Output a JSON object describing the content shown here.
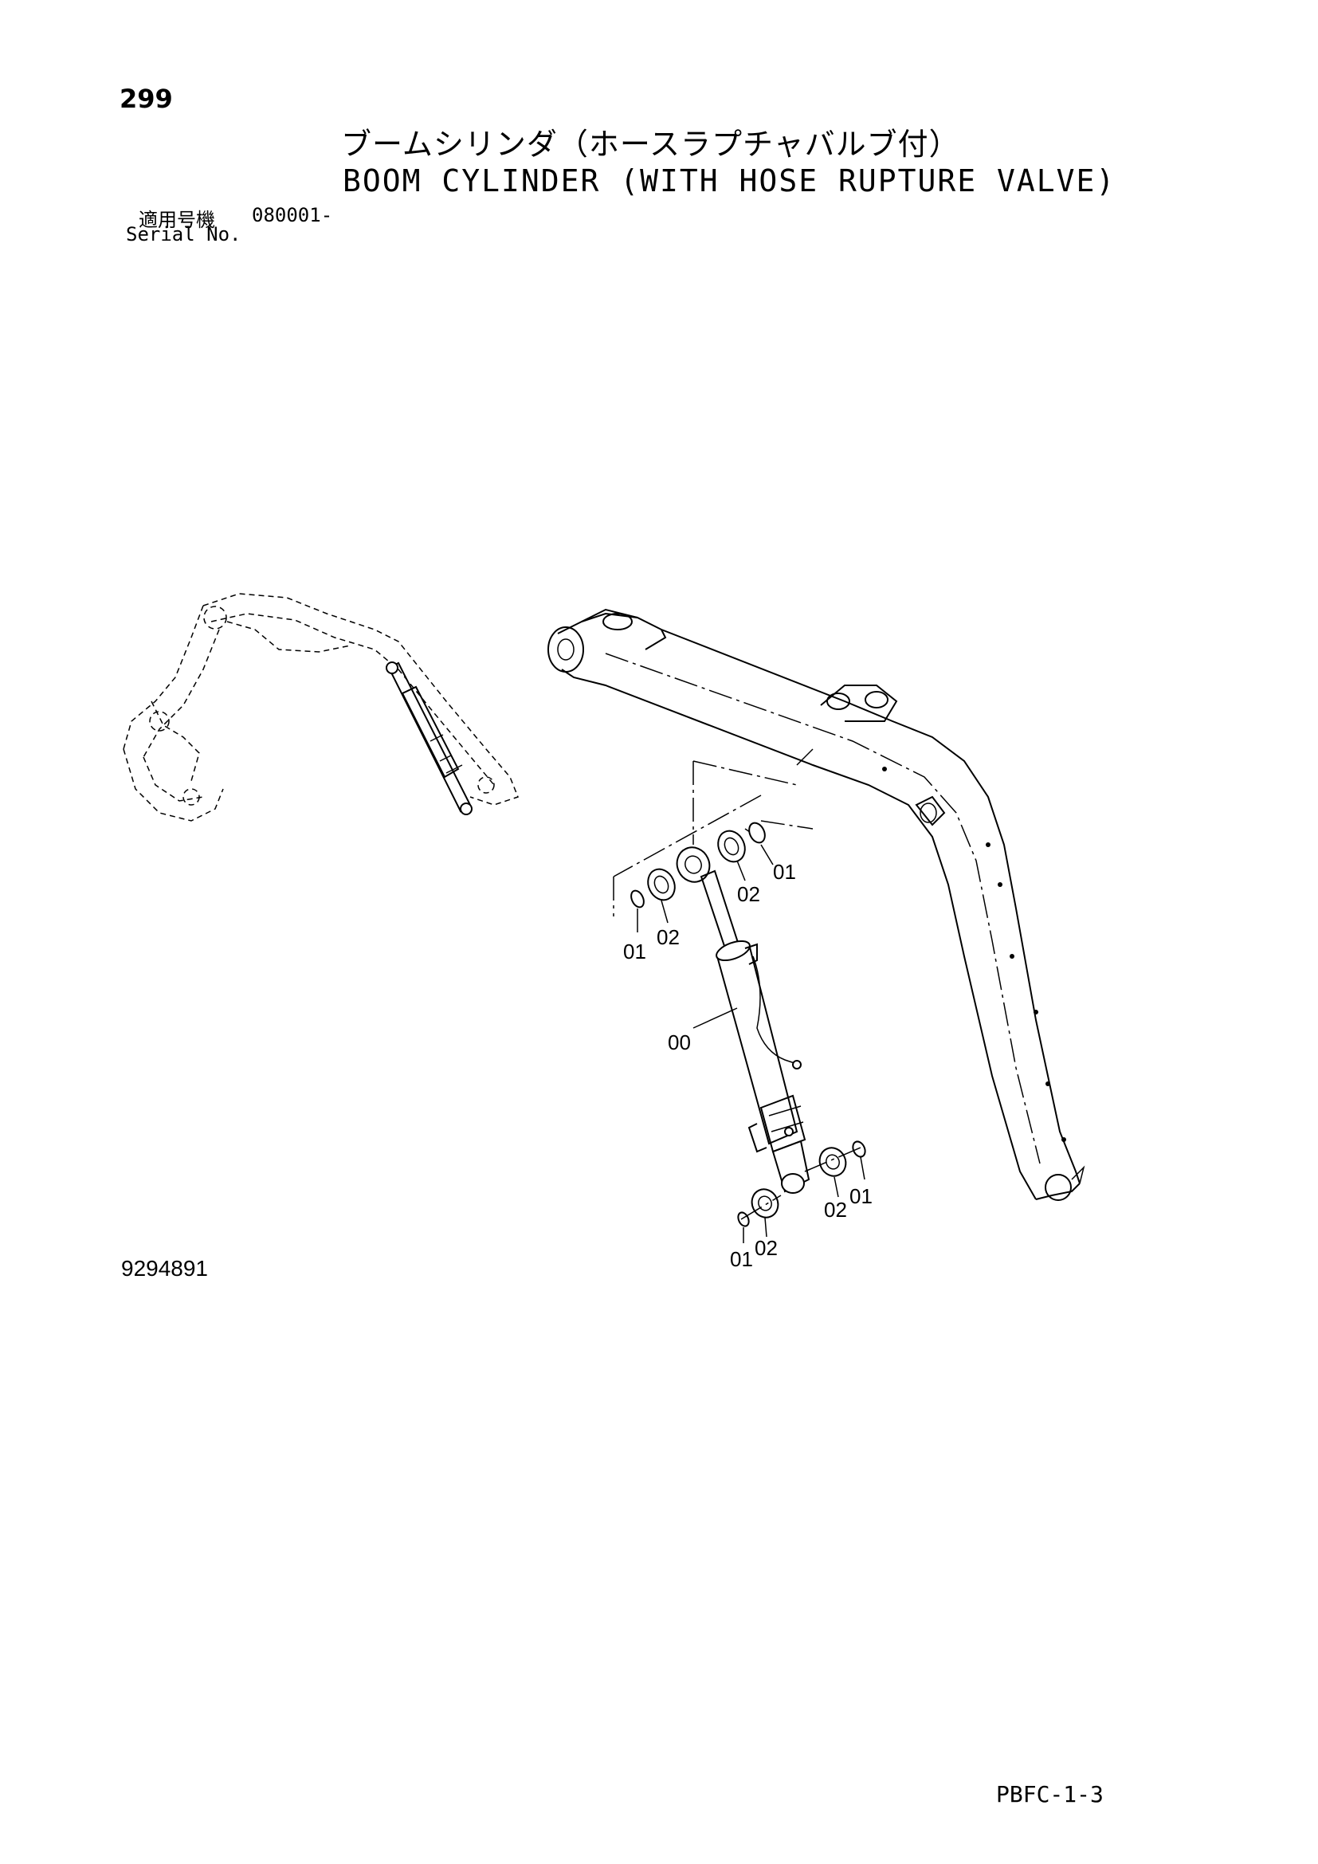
{
  "page": {
    "page_number": "299",
    "title_jp": "ブームシリンダ（ホースラプチャバルブ付）",
    "title_en": "BOOM CYLINDER (WITH HOSE RUPTURE VALVE)",
    "serial": {
      "label_jp": "適用号機",
      "range": "080001-",
      "label_en": "Serial No."
    },
    "drawing_number": "9294891",
    "sheet_code": "PBFC-1-3"
  },
  "diagram": {
    "callouts": [
      {
        "id": "c1",
        "text": "01"
      },
      {
        "id": "c2",
        "text": "02"
      },
      {
        "id": "c3",
        "text": "01"
      },
      {
        "id": "c4",
        "text": "02"
      },
      {
        "id": "c5",
        "text": "00"
      },
      {
        "id": "c6",
        "text": "02"
      },
      {
        "id": "c7",
        "text": "01"
      },
      {
        "id": "c8",
        "text": "01"
      },
      {
        "id": "c9",
        "text": "02"
      }
    ]
  }
}
